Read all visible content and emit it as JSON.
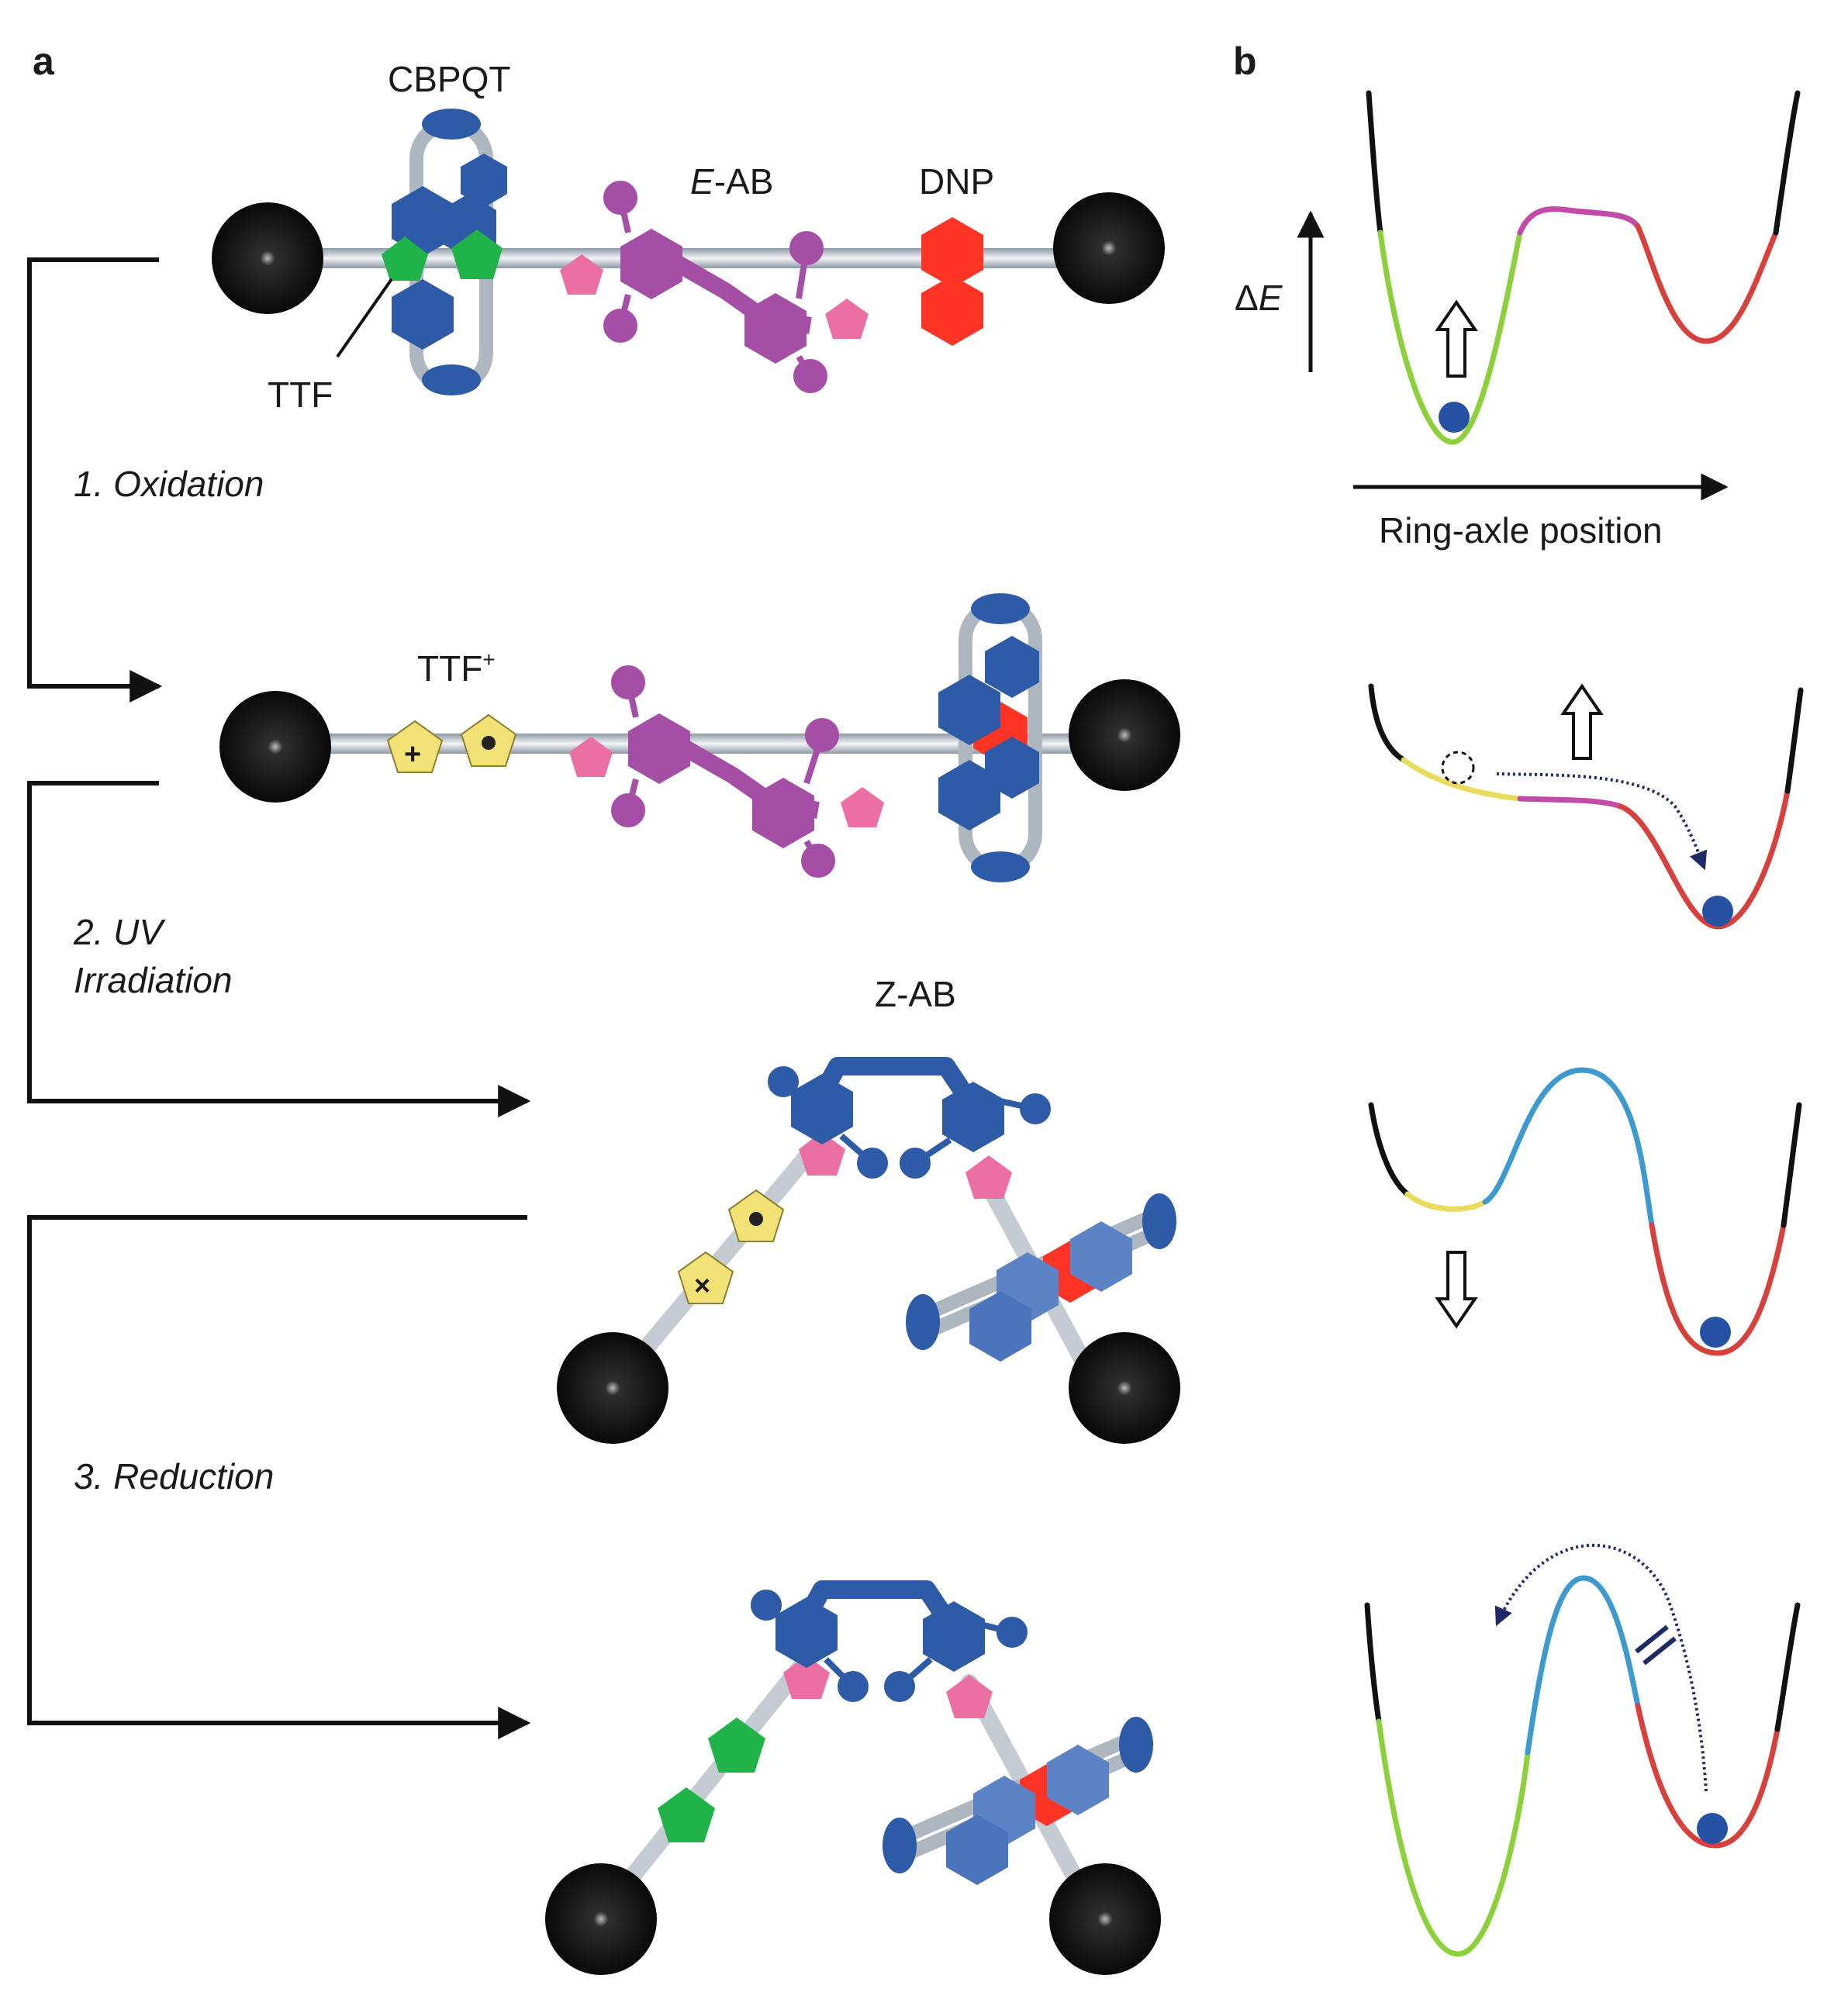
{
  "panels": {
    "a": "a",
    "b": "b"
  },
  "labels": {
    "cbpqt": "CBPQT",
    "eab_italic": "E",
    "eab_rest": "-AB",
    "dnp": "DNP",
    "ttf": "TTF",
    "ttf_plus": "TTF",
    "ttf_plus_sup": "+",
    "zab": "Z-AB",
    "plus_sign": "+",
    "times_sign": "×"
  },
  "steps": {
    "oxidation": "1. Oxidation",
    "uv_line1": "2. UV",
    "uv_line2": "Irradiation",
    "reduction": "3. Reduction"
  },
  "energy": {
    "axis_delta": "Δ",
    "axis_e": "E",
    "x_axis": "Ring-axle position"
  },
  "colors": {
    "stopper": "#111111",
    "ring": "#2d5ba8",
    "ttf": "#1fb34a",
    "ttf_oxidized": "#f2e276",
    "azobenzene": "#a54ea6",
    "spacer": "#ec6fa3",
    "dnp": "#ff3424",
    "axle": "#cdd3da",
    "curve_green": "#8cd13a",
    "curve_red": "#d9403c",
    "curve_magenta": "#c34aa8",
    "curve_blue": "#3c9ad0",
    "curve_yellow": "#e8dc5a",
    "ball": "#2752a4"
  }
}
